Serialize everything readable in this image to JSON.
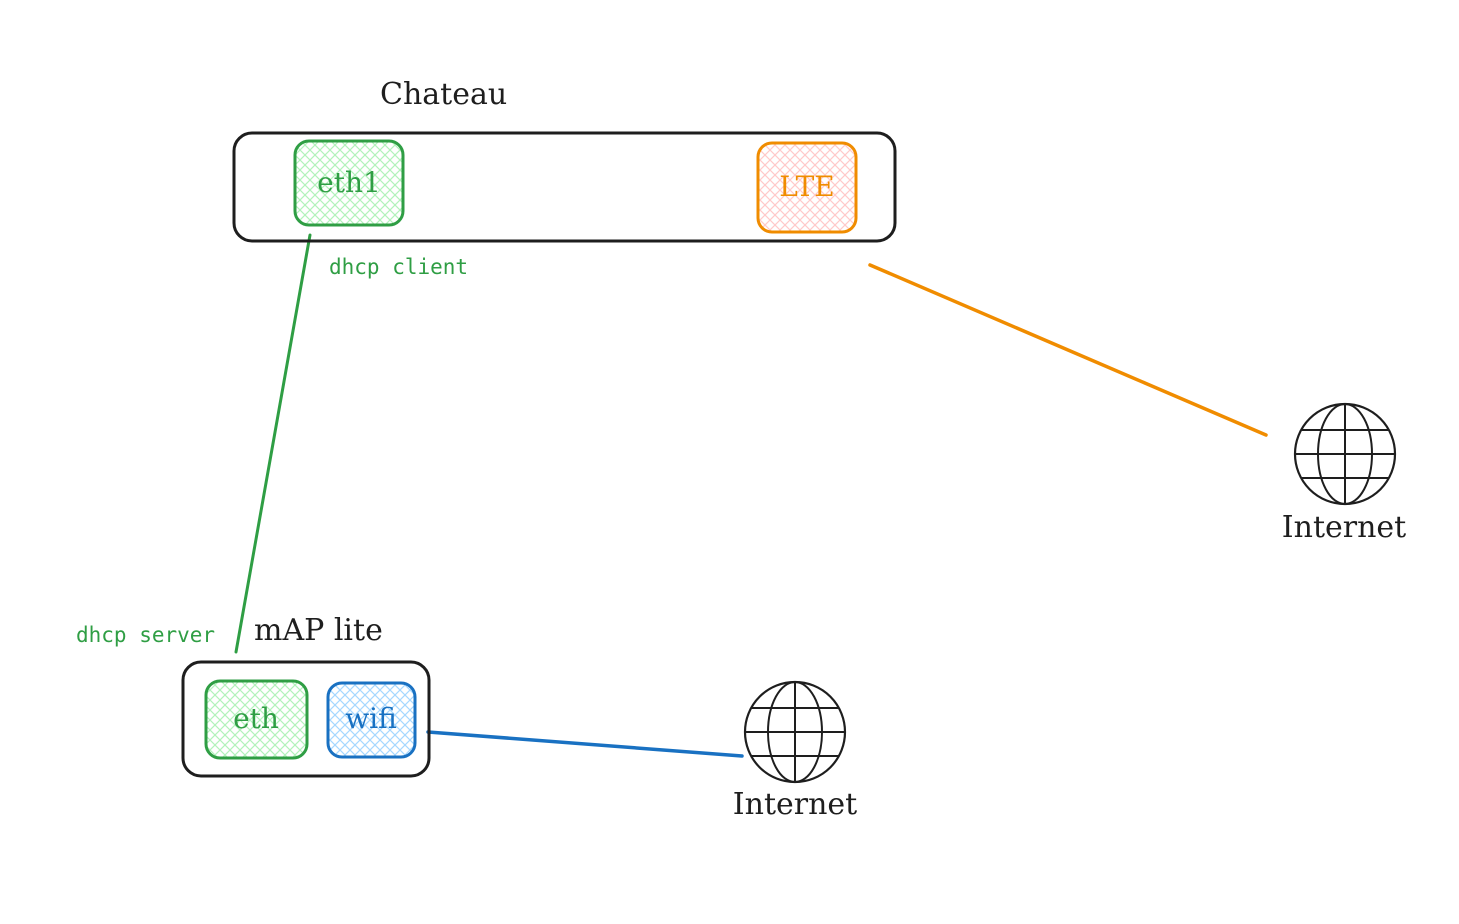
{
  "colors": {
    "stroke": "#1e1e1e",
    "green": "#2f9e44",
    "green_fill": "#b2f2bb",
    "orange": "#f08c00",
    "orange_fill": "#ffc9c9",
    "blue": "#1971c2",
    "blue_fill": "#a5d8ff"
  },
  "chateau": {
    "title": "Chateau",
    "eth1_label": "eth1",
    "lte_label": "LTE",
    "dhcp_label": "dhcp client"
  },
  "map_lite": {
    "title": "mAP lite",
    "eth_label": "eth",
    "wifi_label": "wifi",
    "dhcp_label": "dhcp server"
  },
  "internet_right": {
    "label": "Internet",
    "icon": "globe-icon"
  },
  "internet_bottom": {
    "label": "Internet",
    "icon": "globe-icon"
  }
}
